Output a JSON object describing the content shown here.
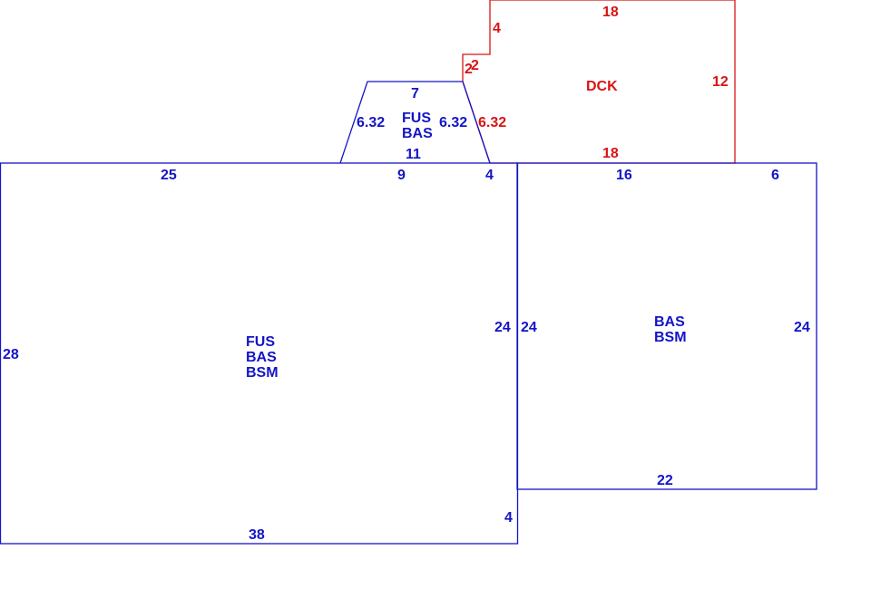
{
  "colors": {
    "building": "#1414c8",
    "deck": "#d81414"
  },
  "areas": [
    {
      "id": "main",
      "codes": [
        "FUS",
        "BAS",
        "BSM"
      ]
    },
    {
      "id": "right",
      "codes": [
        "BAS",
        "BSM"
      ]
    },
    {
      "id": "bay",
      "codes": [
        "FUS",
        "BAS"
      ]
    },
    {
      "id": "deck",
      "codes": [
        "DCK"
      ]
    }
  ],
  "dimensions": {
    "main_top_left": "25",
    "main_top_mid": "9",
    "main_top_right": "4",
    "main_left": "28",
    "main_right": "24",
    "main_bottom": "38",
    "main_right_bottom": "4",
    "right_left": "24",
    "right_top_left": "16",
    "right_top_right": "6",
    "right_right": "24",
    "right_bottom": "22",
    "bay_top": "7",
    "bay_bottom": "11",
    "bay_left": "6.32",
    "bay_right": "6.32",
    "deck_top": "18",
    "deck_bottom": "18",
    "deck_right": "12",
    "deck_left_upper": "4",
    "deck_step_a": "2",
    "deck_step_b": "2",
    "deck_diagonal": "6.32"
  }
}
